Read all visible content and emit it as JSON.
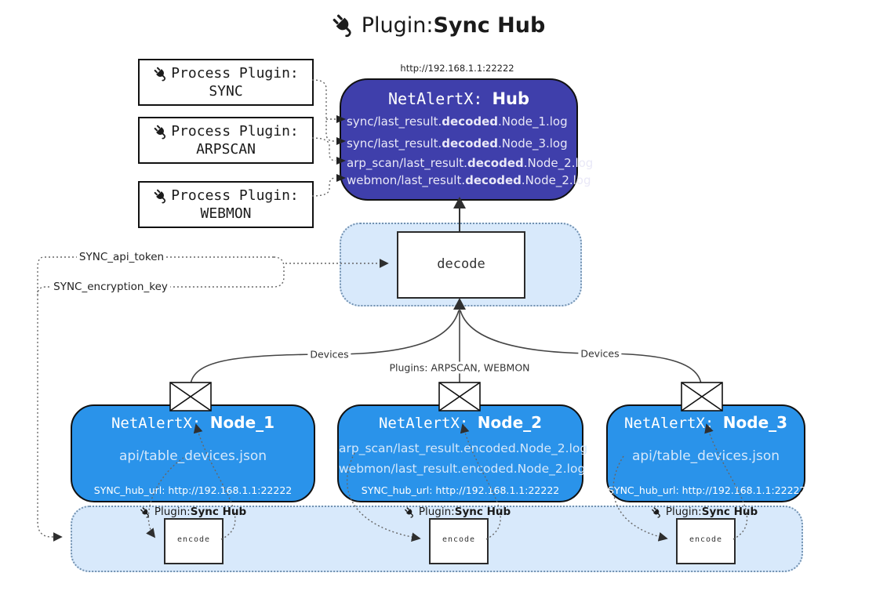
{
  "title": {
    "prefix": "Plugin: ",
    "name": "Sync Hub"
  },
  "process_plugins": [
    {
      "label": "Process Plugin:",
      "name": "SYNC"
    },
    {
      "label": "Process Plugin:",
      "name": "ARPSCAN"
    },
    {
      "label": "Process Plugin:",
      "name": "WEBMON"
    }
  ],
  "hub": {
    "url": "http://192.168.1.1:22222",
    "title_prefix": "NetAlertX: ",
    "title_name": "Hub",
    "rows": [
      {
        "pre": "sync/last_result.",
        "bold": "decoded",
        "post": ".Node_1.log"
      },
      {
        "pre": "sync/last_result.",
        "bold": "decoded",
        "post": ".Node_3.log"
      },
      {
        "pre": "arp_scan/last_result.",
        "bold": "decoded",
        "post": ".Node_2.log"
      },
      {
        "pre": "webmon/last_result.",
        "bold": "decoded",
        "post": ".Node_2.log"
      }
    ]
  },
  "decode": {
    "label": "decode"
  },
  "keys": {
    "api_token": "SYNC_api_token",
    "encryption_key": "SYNC_encryption_key"
  },
  "edges": {
    "devices_left": "Devices",
    "plugins_mid": "Plugins: ARPSCAN, WEBMON",
    "devices_right": "Devices"
  },
  "nodes": [
    {
      "title_prefix": "NetAlertX: ",
      "title_name": "Node_1",
      "lines": [
        "api/table_devices.json"
      ],
      "hub_url": "SYNC_hub_url: http://192.168.1.1:22222"
    },
    {
      "title_prefix": "NetAlertX: ",
      "title_name": "Node_2",
      "lines": [
        "arp_scan/last_result.encoded.Node_2.log",
        "webmon/last_result.encoded.Node_2.log"
      ],
      "hub_url": "SYNC_hub_url: http://192.168.1.1:22222"
    },
    {
      "title_prefix": "NetAlertX: ",
      "title_name": "Node_3",
      "lines": [
        "api/table_devices.json"
      ],
      "hub_url": "SYNC_hub_url: http://192.168.1.1:22222"
    }
  ],
  "band": {
    "plugins": [
      {
        "prefix": "Plugin: ",
        "name": "Sync Hub",
        "encode": "encode"
      },
      {
        "prefix": "Plugin: ",
        "name": "Sync Hub",
        "encode": "encode"
      },
      {
        "prefix": "Plugin: ",
        "name": "Sync Hub",
        "encode": "encode"
      }
    ]
  },
  "colors": {
    "hub_fill": "#3f3fab",
    "node_fill": "#2a93ea",
    "panel_fill": "#d8e9fb",
    "outline": "#111111",
    "panel_border": "#7291b0"
  }
}
